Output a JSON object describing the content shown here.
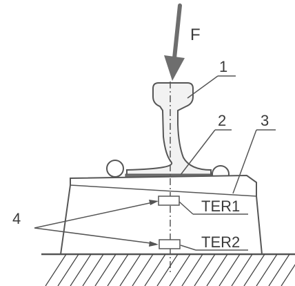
{
  "diagram": {
    "force_label": "F",
    "callouts": [
      {
        "id": "1",
        "text": "1"
      },
      {
        "id": "2",
        "text": "2"
      },
      {
        "id": "3",
        "text": "3"
      },
      {
        "id": "4",
        "text": "4"
      }
    ],
    "sensors": [
      {
        "id": "ter1",
        "text": "TER1"
      },
      {
        "id": "ter2",
        "text": "TER2"
      }
    ],
    "colors": {
      "line": "#555555",
      "force_arrow": "#6e6e6e",
      "rail_fill": "#f2f2f2",
      "pad_fill": "#707070",
      "hatch": "#444444"
    }
  }
}
